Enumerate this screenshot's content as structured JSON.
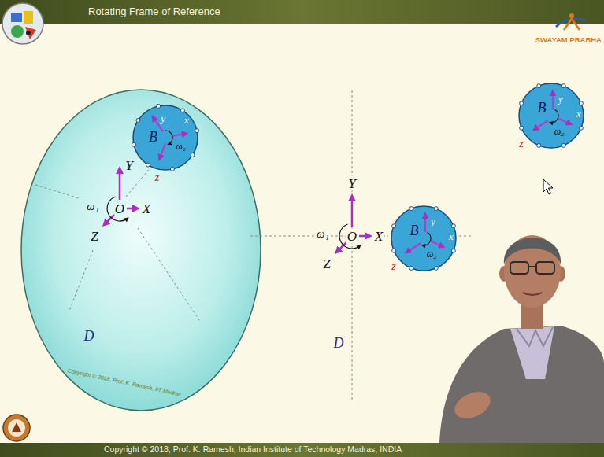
{
  "diagram": {
    "title": "Rotating Frame of Reference",
    "caption": "Copyright © 2018, Prof. K. Ramesh, Indian Institute of Technology Madras, INDIA",
    "nodes": [
      {
        "text": [
          "D"
        ]
      },
      {
        "text": [
          "B",
          "y",
          "x",
          "z",
          "ω₂"
        ],
        "in": 0
      },
      {
        "text": [
          "B",
          "y",
          "x",
          "z",
          "ω₂"
        ]
      },
      {
        "text": [
          "B",
          "y",
          "x",
          "z",
          "ω₂"
        ]
      }
    ],
    "labels": [
      "O",
      "X",
      "Y",
      "Z",
      "ω₁",
      "Copyright © 2018, Prof. K. Ramesh, IIT Madras",
      "O",
      "X",
      "Y",
      "Z",
      "ω₁",
      "D",
      "SWAYAM PRABHA"
    ]
  }
}
